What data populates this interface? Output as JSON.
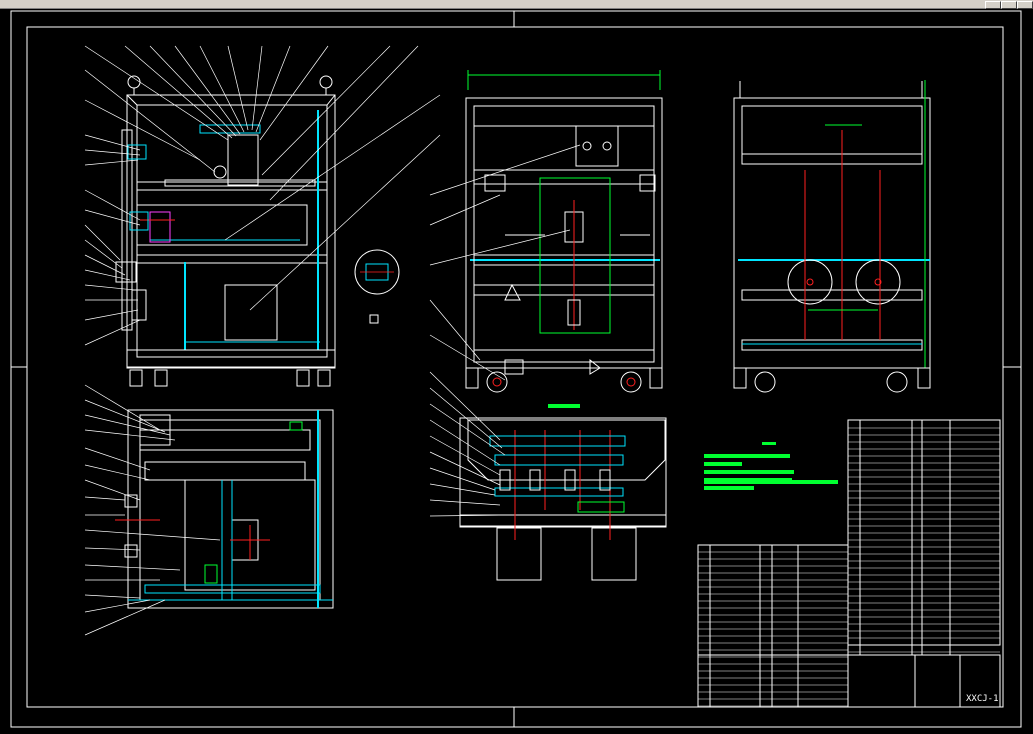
{
  "window": {
    "buttons": [
      "minimize",
      "maximize",
      "close"
    ]
  },
  "colors": {
    "background": "#000000",
    "line_white": "#ffffff",
    "line_cyan": "#00e5ff",
    "line_red": "#ff2020",
    "line_green": "#00ff30",
    "line_magenta": "#ff40ff",
    "titlebar": "#d4d0c8"
  },
  "title_block": {
    "drawing_code": "XXCJ-1"
  }
}
